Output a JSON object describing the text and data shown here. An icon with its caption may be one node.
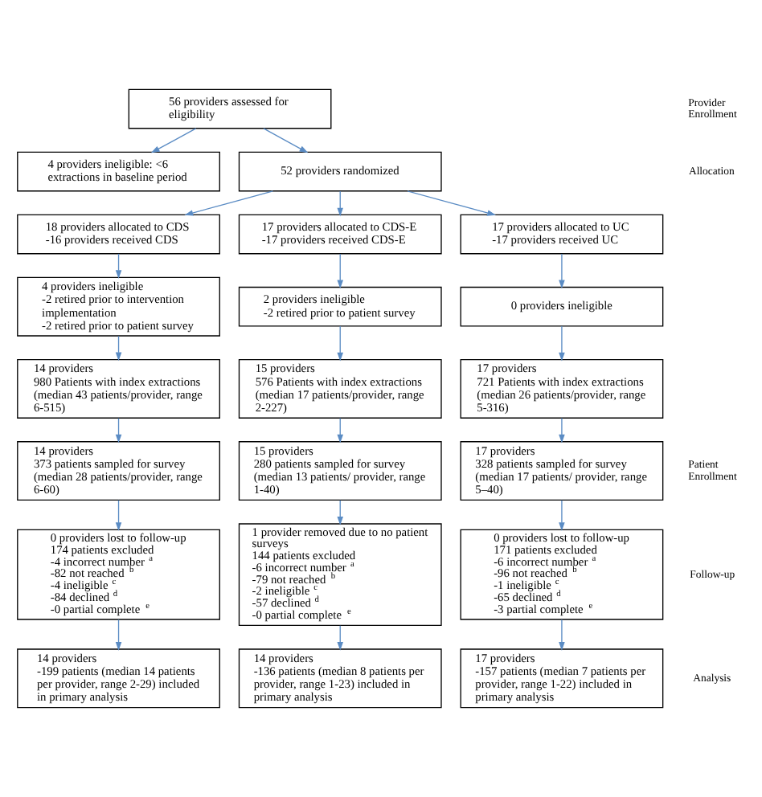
{
  "diagram": {
    "nodes": [
      {
        "text": [
          "56 providers assessed for eligibility"
        ]
      },
      {
        "text": [
          "4 providers ineligible: <6 extractions in baseline period"
        ]
      },
      {
        "text": [
          "52 providers randomized"
        ]
      },
      {
        "text": [
          "18 providers allocated to CDS",
          "-16 providers received CDS"
        ]
      },
      {
        "text": [
          "17 providers allocated to CDS-E",
          "-17 providers received CDS-E"
        ]
      },
      {
        "text": [
          "17 providers allocated to UC",
          "-17 providers received UC"
        ]
      },
      {
        "text": [
          "4 providers ineligible",
          "-2 retired prior to intervention implementation",
          "-2 retired prior to patient survey"
        ]
      },
      {
        "text": [
          "2 providers ineligible",
          "-2 retired prior to patient survey"
        ]
      },
      {
        "text": [
          "0 providers ineligible"
        ]
      },
      {
        "text": [
          "14 providers",
          "980 Patients with index extractions (median 43 patients/provider, range 6-515)"
        ]
      },
      {
        "text": [
          "15 providers",
          "576 Patients with index extractions (median 17 patients/provider, range 2-227)"
        ]
      },
      {
        "text": [
          "17 providers",
          "721 Patients with index extractions (median 26 patients/provider, range 5-316)"
        ]
      },
      {
        "text": [
          "14 providers",
          "373 patients sampled for survey (median 28 patients/provider, range 6-60)"
        ]
      },
      {
        "text": [
          "15 providers",
          "280 patients sampled for survey (median 13 patients/ provider, range 1-40)"
        ]
      },
      {
        "text": [
          "17 providers",
          "328 patients sampled for survey (median 17 patients/ provider, range 5–40)"
        ]
      },
      {
        "text": [
          "0 providers lost to follow-up",
          "174 patients excluded",
          "-4 incorrect number $^{a}$",
          "-82 not reached $^{b}$",
          "-4 ineligible $^{c}$",
          "-84 declined $^{d}$",
          "-0 partial complete $^{e}$"
        ]
      },
      {
        "text": [
          "1 provider removed due to no patient surveys",
          "144 patients excluded",
          "-6 incorrect number $^{a}$",
          "-79 not reached $^{b}$",
          "-2 ineligible $^{c}$",
          "-57 declined $^{d}$",
          "-0 partial complete $^{e}$"
        ]
      },
      {
        "text": [
          "0 providers lost to follow-up",
          "171 patients excluded",
          "-6 incorrect number $^{a}$",
          "-96 not reached $^{b}$",
          "-1 ineligible $^{c}$",
          "-65 declined $^{d}$",
          "-3 partial complete $^{e}$"
        ]
      },
      {
        "text": [
          "14 providers",
          "-199 patients (median 14 patients per provider, range 2-29) included in primary analysis"
        ]
      },
      {
        "text": [
          "14 providers",
          "-136 patients (median 8 patients per provider, range 1-23) included in primary analysis"
        ]
      },
      {
        "text": [
          "17 providers",
          "-157 patients (median 7 patients per provider, range 1-22) included in primary analysis"
        ]
      }
    ],
    "edges": [
      {
        "from": 0,
        "to": 2,
        "arrow": "to"
      },
      {
        "from": 0,
        "to": 1,
        "arrow": "to"
      },
      {
        "from": 2,
        "to": 3,
        "arrow": "to"
      },
      {
        "from": 2,
        "to": 4,
        "arrow": "to"
      },
      {
        "from": 2,
        "to": 5,
        "arrow": "to"
      },
      {
        "from": 3,
        "to": 6,
        "arrow": "to"
      },
      {
        "from": 4,
        "to": 7,
        "arrow": "to"
      },
      {
        "from": 5,
        "to": 8,
        "arrow": "to"
      },
      {
        "from": 6,
        "to": 9,
        "arrow": "to"
      },
      {
        "from": 7,
        "to": 10,
        "arrow": "to"
      },
      {
        "from": 8,
        "to": 11,
        "arrow": "to"
      },
      {
        "from": 9,
        "to": 12,
        "arrow": "to"
      },
      {
        "from": 10,
        "to": 13,
        "arrow": "to"
      },
      {
        "from": 11,
        "to": 14,
        "arrow": "to"
      },
      {
        "from": 12,
        "to": 15,
        "arrow": "to"
      },
      {
        "from": 13,
        "to": 16,
        "arrow": "to"
      },
      {
        "from": 14,
        "to": 17,
        "arrow": "to"
      },
      {
        "from": 15,
        "to": 18,
        "arrow": "to"
      },
      {
        "from": 16,
        "to": 19,
        "arrow": "to"
      },
      {
        "from": 17,
        "to": 20,
        "arrow": "to"
      }
    ],
    "labels": [
      "Provider Enrollment",
      "Allocation",
      "Patient Enrollment",
      "Follow-up",
      "Analysis"
    ]
  }
}
